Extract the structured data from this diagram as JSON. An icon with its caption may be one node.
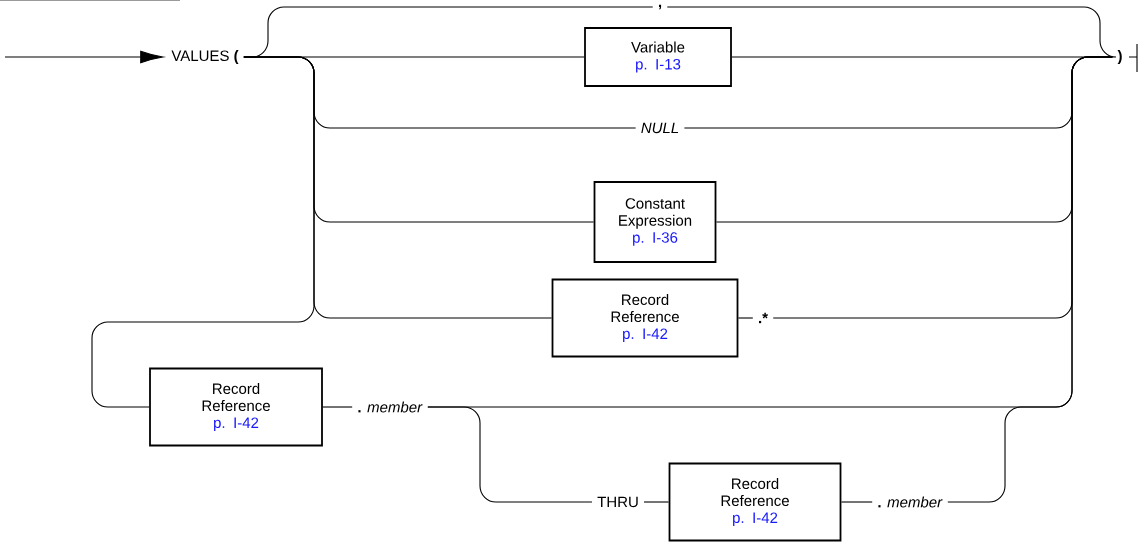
{
  "diagram": {
    "nodes": [
      {
        "text": [
          "VALUES **(**"
        ]
      },
      {
        "text": [
          "Variable",
          "p. I-13"
        ]
      },
      {
        "text": [
          "NULL"
        ]
      },
      {
        "text": [
          "Constant Expression",
          "p. I-36"
        ]
      },
      {
        "text": [
          "Record Reference",
          "p. I-42"
        ]
      },
      {
        "text": [
          ".*"
        ]
      },
      {
        "text": [
          "Record Reference",
          "p. I-42"
        ]
      },
      {
        "text": [
          "**.** *member*"
        ]
      },
      {
        "text": [
          "THRU"
        ]
      },
      {
        "text": [
          "Record Reference",
          "p. I-42"
        ]
      },
      {
        "text": [
          "**.** *member*"
        ]
      },
      {
        "text": [
          ")"
        ]
      },
      {
        "text": [
          ","
        ]
      }
    ],
    "edges": [
      {
        "from": null,
        "to": 0,
        "arrow": "to"
      },
      {
        "from": 0,
        "to": 1,
        "arrow": "none"
      },
      {
        "from": 0,
        "to": 2,
        "arrow": "none"
      },
      {
        "from": 0,
        "to": 3,
        "arrow": "none"
      },
      {
        "from": 0,
        "to": 4,
        "arrow": "none"
      },
      {
        "from": 0,
        "to": 6,
        "arrow": "none"
      },
      {
        "from": 4,
        "to": 5,
        "arrow": "none"
      },
      {
        "from": 6,
        "to": 7,
        "arrow": "none"
      },
      {
        "from": 7,
        "to": 8,
        "arrow": "none"
      },
      {
        "from": 8,
        "to": 9,
        "arrow": "none"
      },
      {
        "from": 9,
        "to": 10,
        "arrow": "none"
      },
      {
        "from": 1,
        "to": 11,
        "arrow": "none"
      },
      {
        "from": 2,
        "to": 11,
        "arrow": "none"
      },
      {
        "from": 3,
        "to": 11,
        "arrow": "none"
      },
      {
        "from": 5,
        "to": 11,
        "arrow": "none"
      },
      {
        "from": 7,
        "to": 11,
        "arrow": "none"
      },
      {
        "from": 10,
        "to": 11,
        "arrow": "none"
      },
      {
        "from": 11,
        "to": 12,
        "arrow": "none"
      },
      {
        "from": 12,
        "to": 0,
        "arrow": "none"
      }
    ]
  }
}
